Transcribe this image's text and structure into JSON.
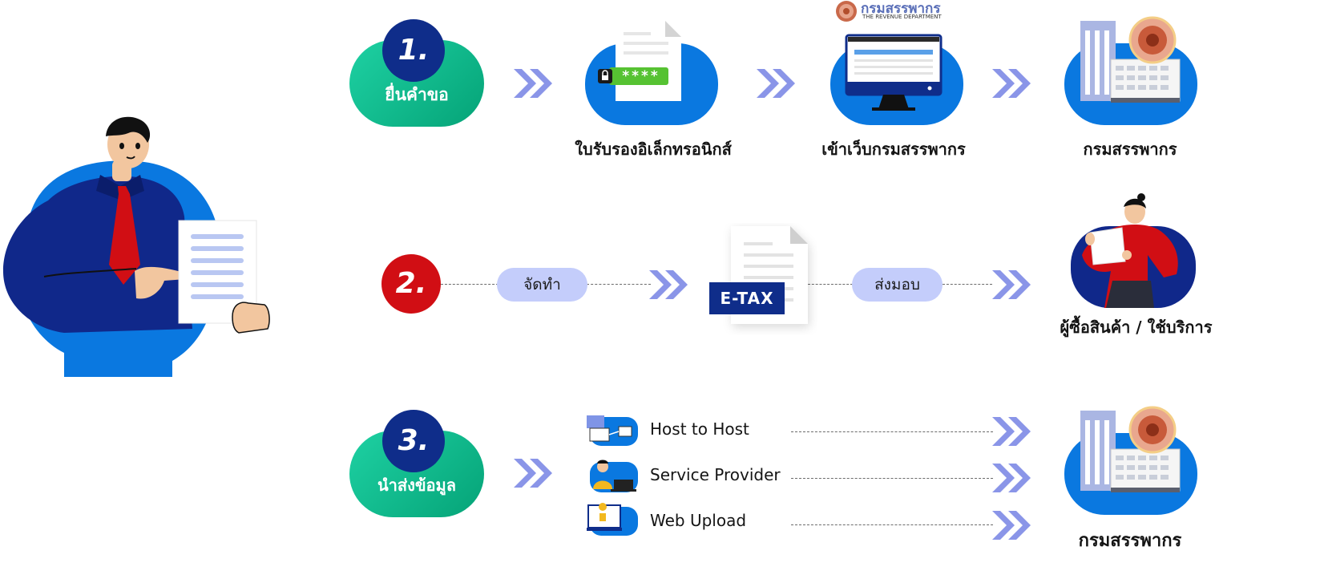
{
  "steps": [
    {
      "number": "1.",
      "label": "ยื่นคำขอ"
    },
    {
      "number": "2.",
      "label": ""
    },
    {
      "number": "3.",
      "label": "นำส่งข้อมูล"
    }
  ],
  "row1": {
    "cert_caption": "ใบรับรองอิเล็กทรอนิกส์",
    "password_mask": "****",
    "website_caption": "เข้าเว็บกรมสรรพากร",
    "logo_thai": "กรมสรรพากร",
    "logo_english": "THE REVENUE DEPARTMENT",
    "dept_caption": "กรมสรรพากร"
  },
  "row2": {
    "make_label": "จัดทำ",
    "etax_label": "E-TAX",
    "deliver_label": "ส่งมอบ",
    "buyer_caption": "ผู้ซื้อสินค้า / ใช้บริการ"
  },
  "row3": {
    "methods": [
      {
        "label": "Host to Host"
      },
      {
        "label": "Service Provider"
      },
      {
        "label": "Web Upload"
      }
    ],
    "dept_caption": "กรมสรรพากร"
  },
  "colors": {
    "teal": "#05a377",
    "navy": "#0f2d8a",
    "red": "#d10e14",
    "blue": "#0a78e0",
    "chevron": "#8a95e8",
    "lavender": "#c4cdfb"
  }
}
